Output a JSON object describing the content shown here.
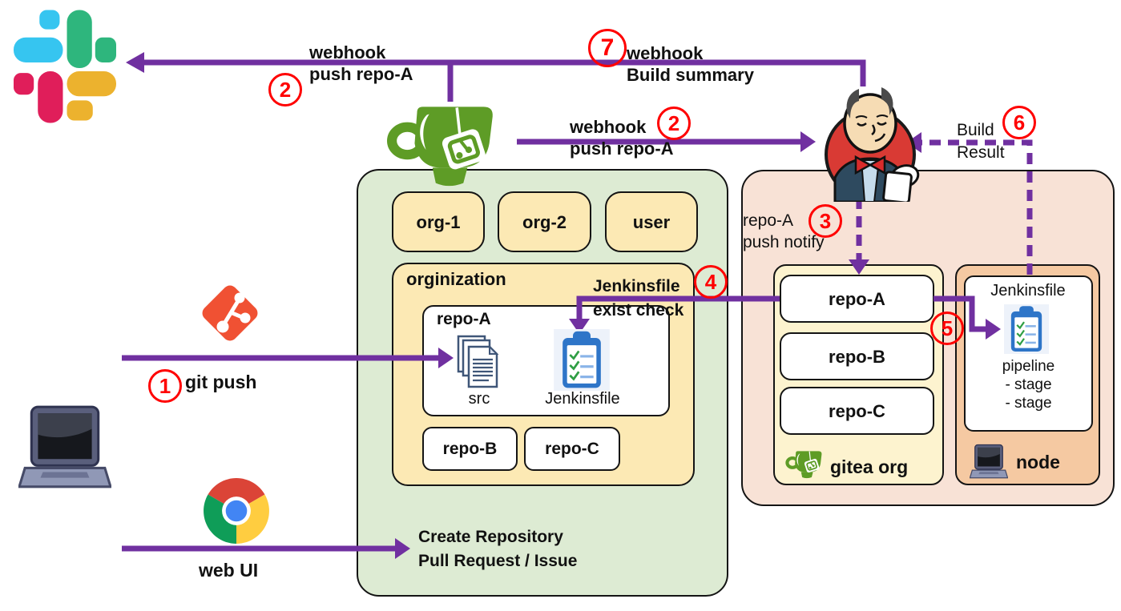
{
  "colors": {
    "arrow_purple": "#7030A0",
    "annotation_red": "#FF0000",
    "panel_green": "#DDEBD3",
    "panel_cream": "#FCE9B4",
    "panel_cream_light": "#FDF3CF",
    "panel_pink": "#F8E2D6",
    "panel_orange": "#F5C9A2",
    "gitea_green": "#5E9C26",
    "jenkinsfile_blue": "#2E75C8"
  },
  "icons": {
    "slack": "slack-logo",
    "gitea": "gitea-cup-logo",
    "jenkins": "jenkins-butler-mascot",
    "git": "git-logo",
    "chrome": "chrome-logo",
    "laptop": "laptop-client",
    "documents": "source-files",
    "clipboard": "jenkinsfile-checklist"
  },
  "annotations": {
    "slack_webhook": {
      "num": "2",
      "line1": "webhook",
      "line2": "push repo-A"
    },
    "build_summary": {
      "num": "7",
      "line1": "webhook",
      "line2": "Build summary"
    },
    "jenkins_webhook": {
      "num": "2",
      "line1": "webhook",
      "line2": "push repo-A"
    },
    "build_result": {
      "num": "6",
      "line1": "Build",
      "line2": "Result"
    },
    "git_push": {
      "num": "1",
      "text": "git push"
    },
    "web_ui": {
      "text": "web UI"
    },
    "push_notify": {
      "num": "3",
      "line1": "repo-A",
      "line2": "push notify"
    },
    "exist_check": {
      "num": "4",
      "line1": "Jenkinsfile",
      "line2": "exist check"
    },
    "run_jenkinsfile": {
      "num": "5"
    }
  },
  "gitea_server": {
    "top_boxes": [
      "org-1",
      "org-2",
      "user"
    ],
    "organization": {
      "title": "orginization",
      "repo_a": {
        "title": "repo-A",
        "files": [
          {
            "icon": "documents-icon",
            "label": "src"
          },
          {
            "icon": "clipboard-icon",
            "label": "Jenkinsfile"
          }
        ]
      },
      "repo_b": "repo-B",
      "repo_c": "repo-C"
    },
    "web_actions": {
      "line1": "Create Repository",
      "line2": "Pull Request / Issue"
    }
  },
  "jenkins_env": {
    "gitea_org": {
      "label": "gitea org",
      "repos": [
        "repo-A",
        "repo-B",
        "repo-C"
      ]
    },
    "node": {
      "label": "node",
      "jenkinsfile": {
        "title": "Jenkinsfile",
        "pipeline": [
          "pipeline",
          "- stage",
          "- stage"
        ]
      }
    }
  }
}
